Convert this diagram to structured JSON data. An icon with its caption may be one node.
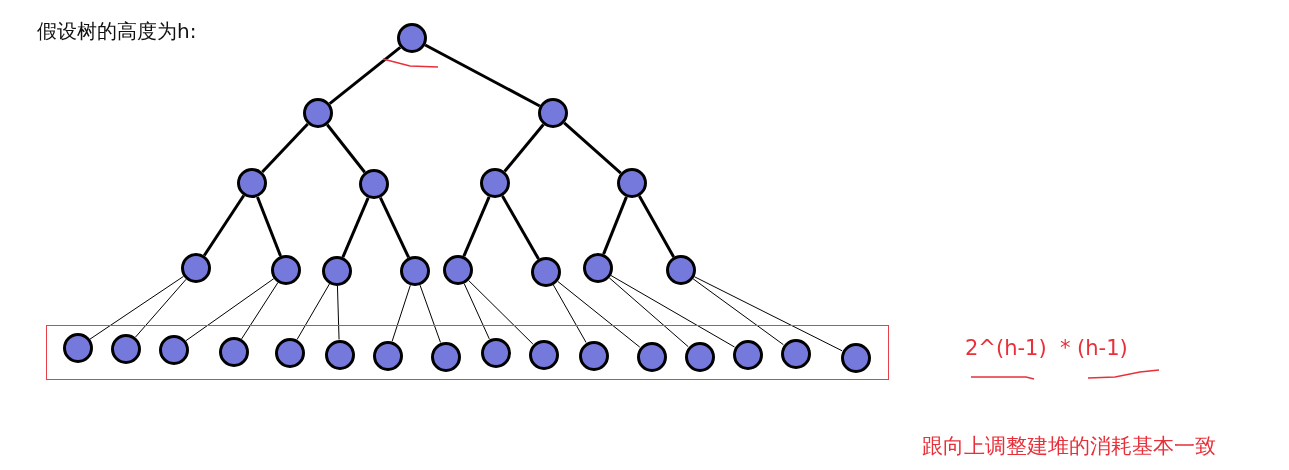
{
  "diagram": {
    "title": "假设树的高度为h:",
    "nodes": [
      {
        "text": [],
        "shape": "circle"
      },
      {
        "text": [],
        "shape": "circle"
      },
      {
        "text": [],
        "shape": "circle"
      },
      {
        "text": [],
        "shape": "circle"
      },
      {
        "text": [],
        "shape": "circle"
      },
      {
        "text": [],
        "shape": "circle"
      },
      {
        "text": [],
        "shape": "circle"
      },
      {
        "text": [],
        "shape": "circle"
      },
      {
        "text": [],
        "shape": "circle"
      },
      {
        "text": [],
        "shape": "circle"
      },
      {
        "text": [],
        "shape": "circle"
      },
      {
        "text": [],
        "shape": "circle"
      },
      {
        "text": [],
        "shape": "circle"
      },
      {
        "text": [],
        "shape": "circle"
      },
      {
        "text": [],
        "shape": "circle"
      },
      {
        "text": [],
        "shape": "box"
      },
      {
        "text": [],
        "shape": "circle",
        "in": 15
      },
      {
        "text": [],
        "shape": "circle",
        "in": 15
      },
      {
        "text": [],
        "shape": "circle",
        "in": 15
      },
      {
        "text": [],
        "shape": "circle",
        "in": 15
      },
      {
        "text": [],
        "shape": "circle",
        "in": 15
      },
      {
        "text": [],
        "shape": "circle",
        "in": 15
      },
      {
        "text": [],
        "shape": "circle",
        "in": 15
      },
      {
        "text": [],
        "shape": "circle",
        "in": 15
      },
      {
        "text": [],
        "shape": "circle",
        "in": 15
      },
      {
        "text": [],
        "shape": "circle",
        "in": 15
      },
      {
        "text": [],
        "shape": "circle",
        "in": 15
      },
      {
        "text": [],
        "shape": "circle",
        "in": 15
      },
      {
        "text": [],
        "shape": "circle",
        "in": 15
      },
      {
        "text": [],
        "shape": "circle",
        "in": 15
      },
      {
        "text": [],
        "shape": "circle",
        "in": 15
      },
      {
        "text": [],
        "shape": "circle",
        "in": 15
      }
    ],
    "edges": [
      {
        "from": 0,
        "to": 1,
        "arrow": "none",
        "style": "thick"
      },
      {
        "from": 0,
        "to": 2,
        "arrow": "none",
        "style": "thick"
      },
      {
        "from": 1,
        "to": 3,
        "arrow": "none",
        "style": "thick"
      },
      {
        "from": 1,
        "to": 4,
        "arrow": "none",
        "style": "thick"
      },
      {
        "from": 2,
        "to": 5,
        "arrow": "none",
        "style": "thick"
      },
      {
        "from": 2,
        "to": 6,
        "arrow": "none",
        "style": "thick"
      },
      {
        "from": 3,
        "to": 7,
        "arrow": "none",
        "style": "thick"
      },
      {
        "from": 3,
        "to": 8,
        "arrow": "none",
        "style": "thick"
      },
      {
        "from": 4,
        "to": 9,
        "arrow": "none",
        "style": "thick"
      },
      {
        "from": 4,
        "to": 10,
        "arrow": "none",
        "style": "thick"
      },
      {
        "from": 5,
        "to": 11,
        "arrow": "none",
        "style": "thick"
      },
      {
        "from": 5,
        "to": 12,
        "arrow": "none",
        "style": "thick"
      },
      {
        "from": 6,
        "to": 13,
        "arrow": "none",
        "style": "thick"
      },
      {
        "from": 6,
        "to": 14,
        "arrow": "none",
        "style": "thick"
      },
      {
        "from": 7,
        "to": 16,
        "arrow": "none"
      },
      {
        "from": 7,
        "to": 17,
        "arrow": "none"
      },
      {
        "from": 8,
        "to": 18,
        "arrow": "none"
      },
      {
        "from": 8,
        "to": 19,
        "arrow": "none"
      },
      {
        "from": 9,
        "to": 20,
        "arrow": "none"
      },
      {
        "from": 9,
        "to": 21,
        "arrow": "none"
      },
      {
        "from": 10,
        "to": 22,
        "arrow": "none"
      },
      {
        "from": 10,
        "to": 23,
        "arrow": "none"
      },
      {
        "from": 11,
        "to": 24,
        "arrow": "none"
      },
      {
        "from": 11,
        "to": 25,
        "arrow": "none"
      },
      {
        "from": 12,
        "to": 26,
        "arrow": "none"
      },
      {
        "from": 12,
        "to": 27,
        "arrow": "none"
      },
      {
        "from": 13,
        "to": 28,
        "arrow": "none"
      },
      {
        "from": 13,
        "to": 29,
        "arrow": "none"
      },
      {
        "from": 14,
        "to": 30,
        "arrow": "none"
      },
      {
        "from": 14,
        "to": 31,
        "arrow": "none"
      }
    ],
    "labels": [
      "2^(h-1)  * (h-1)",
      "跟向上调整建堆的消耗基本一致"
    ]
  }
}
